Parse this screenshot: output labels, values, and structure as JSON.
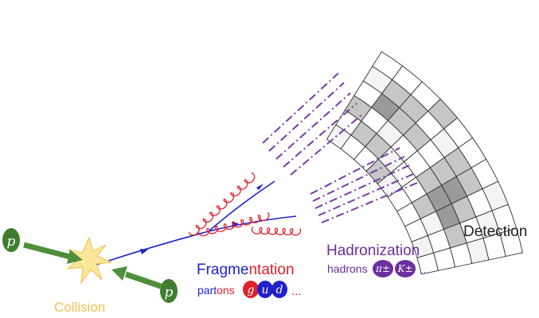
{
  "labels": {
    "collision": "Collision",
    "fragmentation_part1": "Fragme",
    "fragmentation_part2": "ntation",
    "partons_part1": "part",
    "partons_part2": "ons",
    "hadronization": "Hadronization",
    "hadrons": "hadrons",
    "detection": "Detection",
    "ellipsis": "..."
  },
  "particles": {
    "proton": "p",
    "gluon": "g",
    "up_quark": "u",
    "down_quark": "d",
    "pion": "π±",
    "kaon": "K±"
  },
  "colors": {
    "collision_label": "#f2c14e",
    "proton_fill": "#3f7d2f",
    "proton_arrow": "#4f8f3a",
    "quark": "#1f22cc",
    "gluon": "#e0202a",
    "hadron": "#6b2fa0",
    "jet_lines": "#7a3aa8",
    "detector_stroke": "#333333",
    "detector_cell_light": "#eaeaea",
    "detector_cell_mid": "#c6c6c6",
    "detector_cell_dark": "#9a9a9a",
    "detection_label": "#222222"
  },
  "detector_cells": [
    [
      0,
      0,
      1,
      0,
      0,
      0
    ],
    [
      0,
      1,
      0,
      2,
      1,
      0
    ],
    [
      0,
      1,
      0,
      1,
      1,
      0
    ],
    [
      1,
      0,
      0,
      1,
      0,
      1
    ],
    [
      0,
      0,
      0,
      0,
      0,
      0
    ],
    [
      0,
      0,
      1,
      1,
      1,
      0
    ],
    [
      0,
      1,
      2,
      2,
      1,
      0
    ],
    [
      0,
      0,
      2,
      1,
      0,
      0
    ],
    [
      0,
      0,
      1,
      0,
      0,
      0
    ],
    [
      0,
      0,
      0,
      0,
      0,
      0
    ]
  ]
}
